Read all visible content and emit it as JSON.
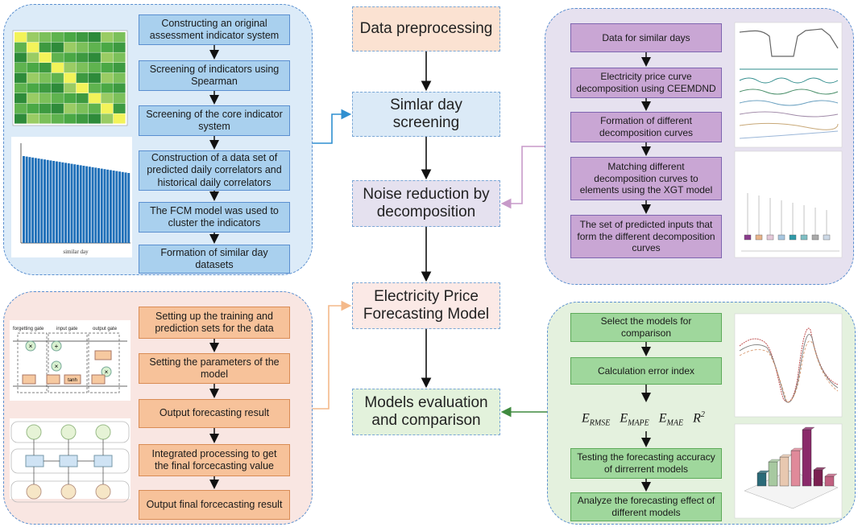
{
  "center": {
    "data_preprocessing": "Data preprocessing",
    "similar_day_screening": "Simlar day screening",
    "noise_reduction": "Noise reduction by decomposition",
    "forecasting_model": "Electricity Price Forecasting Model",
    "evaluation": "Models evaluation and comparison"
  },
  "top_left": {
    "steps": [
      "Constructing an original assessment indicator system",
      "Screening of indicators using Spearman",
      "Screening of the core indicator system",
      "Construction of a data set of predicted daily correlators and historical daily correlators",
      "The FCM model was used to cluster the indicators",
      "Formation of similar day datasets"
    ],
    "bar_chart_xlabel": "similar day"
  },
  "top_right": {
    "steps": [
      "Data for similar days",
      "Electricity price curve decomposition using CEEMDND",
      "Formation of different decomposition curves",
      "Matching different decomposition curves to elements using the XGT model",
      "The set of predicted inputs that form the different decomposition curves"
    ]
  },
  "bottom_left": {
    "steps": [
      "Setting up the training and prediction sets for the data",
      "Setting the parameters of the model",
      "Output forecasting result",
      "Integrated processing to get the final forcecasting value",
      "Output final forcecasting result"
    ],
    "lstm_labels": {
      "forgetting_gate": "forgetting gate",
      "input_gate": "input gate",
      "output_gate": "output gate",
      "tanh": "tanh"
    }
  },
  "bottom_right": {
    "steps": [
      "Select the models for comparison",
      "Calculation error index",
      "Testing the forecasting accuracy of dirrerrent models",
      "Analyze the forecasting effect of different models"
    ],
    "formula": {
      "rmse_base": "E",
      "rmse_sub": "RMSE",
      "mape_base": "E",
      "mape_sub": "MAPE",
      "mae_base": "E",
      "mae_sub": "MAE",
      "r2_base": "R",
      "r2_sup": "2"
    }
  },
  "colors": {
    "blue_panel": "#dcebf8",
    "purple_panel": "#e6e1ef",
    "peach_panel": "#f9e6e2",
    "green_panel": "#e4f1de",
    "center_orange": "#fbe2d2",
    "center_blue": "#dbeaf7",
    "center_purple": "#e5e1ef",
    "center_peach": "#fbe9e6",
    "center_green": "#e3f2dc",
    "arrow_blue": "#2f8fd0",
    "arrow_purple": "#c79ac9",
    "arrow_orange": "#f4b98a",
    "arrow_green": "#3f8a3f"
  }
}
